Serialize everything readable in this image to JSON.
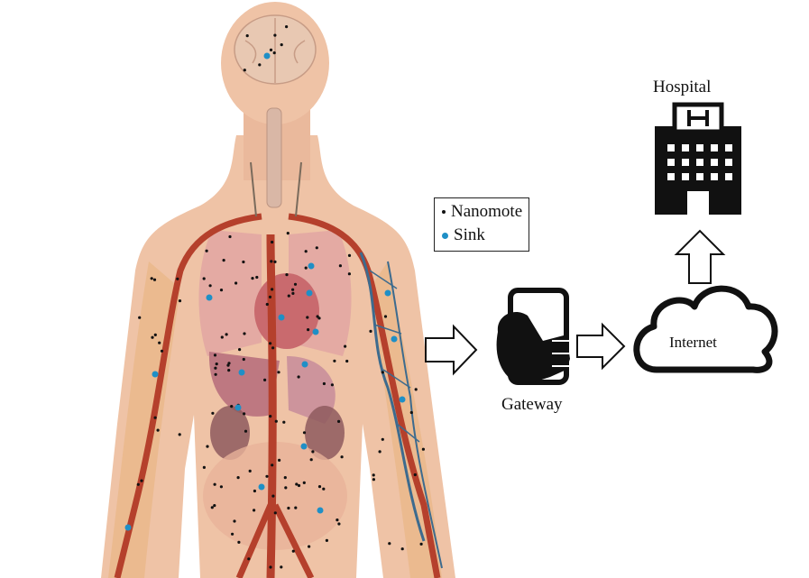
{
  "legend": {
    "items": [
      {
        "label": "Nanomote",
        "color": "#111111"
      },
      {
        "label": "Sink",
        "color": "#1f8fc6"
      }
    ]
  },
  "nodes": {
    "gateway": "Gateway",
    "internet": "Internet",
    "hospital": "Hospital"
  },
  "colors": {
    "skin": "#efc3a6",
    "artery": "#b5402c",
    "vein": "#3d6b8e",
    "organ": "#c98f9b",
    "sink": "#1f8fc6",
    "nanomote": "#111111"
  },
  "icons": [
    "human-body",
    "smartphone-in-hand-icon",
    "cloud-icon",
    "hospital-building-icon",
    "arrow-right-icon",
    "arrow-up-icon"
  ]
}
